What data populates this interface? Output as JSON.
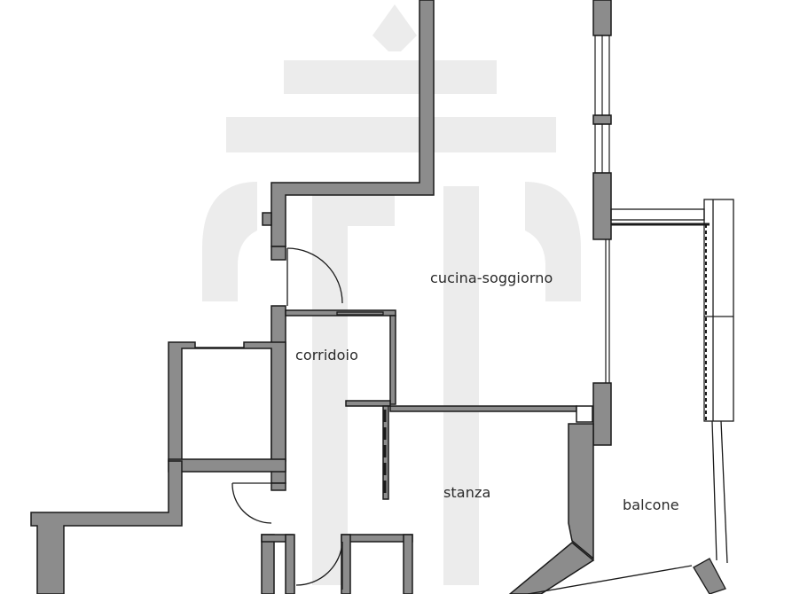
{
  "colors": {
    "wall_fill": "#8c8c8c",
    "wall_stroke": "#1a1a1a",
    "watermark": "#ececec",
    "background": "#ffffff",
    "label": "#2a2a2a"
  },
  "watermark": {
    "icon": "agency-logo-watermark"
  },
  "rooms": {
    "cucina": "cucina-soggiorno",
    "corridoio": "corridoio",
    "stanza": "stanza",
    "balcone": "balcone"
  }
}
